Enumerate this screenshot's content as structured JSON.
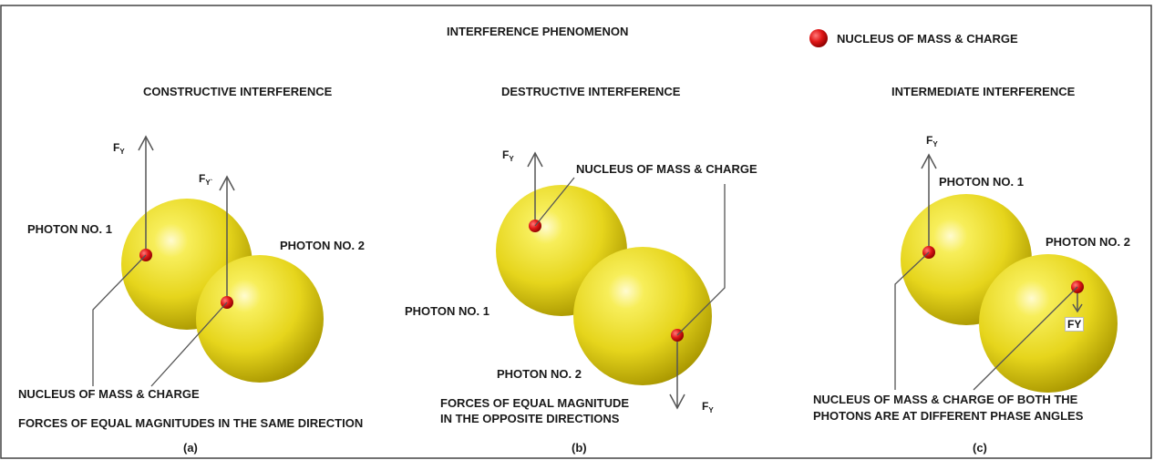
{
  "title": "INTERFERENCE PHENOMENON",
  "legend": {
    "label": "NUCLEUS OF MASS & CHARGE",
    "color": "#e01818"
  },
  "colors": {
    "sphere": "#f2e21a",
    "sphere_dark": "#b8a800",
    "nucleus": "#e01818",
    "line": "#555555"
  },
  "panels": [
    {
      "heading": "CONSTRUCTIVE INTERFERENCE",
      "photon1": "PHOTON NO. 1",
      "photon2": "PHOTON NO. 2",
      "force1": "F",
      "force1_sub": "Y",
      "force2": "F",
      "force2_sub": "Y`",
      "nucleus_label": "NUCLEUS OF MASS & CHARGE",
      "caption": "FORCES OF EQUAL MAGNITUDES IN THE SAME DIRECTION",
      "tag": "(a)"
    },
    {
      "heading": "DESTRUCTIVE INTERFERENCE",
      "photon1": "PHOTON NO. 1",
      "photon2": "PHOTON NO. 2",
      "force1": "F",
      "force1_sub": "Y",
      "force2": "F",
      "force2_sub": "Y",
      "nucleus_label": "NUCLEUS OF MASS & CHARGE",
      "caption": "FORCES OF EQUAL MAGNITUDE\nIN THE OPPOSITE DIRECTIONS",
      "tag": "(b)"
    },
    {
      "heading": "INTERMEDIATE INTERFERENCE",
      "photon1": "PHOTON NO. 1",
      "photon2": "PHOTON NO. 2",
      "force1": "F",
      "force1_sub": "Y",
      "force2": "FY",
      "nucleus_label": "NUCLEUS OF MASS & CHARGE OF BOTH THE\nPHOTONS ARE AT DIFFERENT PHASE ANGLES",
      "tag": "(c)"
    }
  ]
}
